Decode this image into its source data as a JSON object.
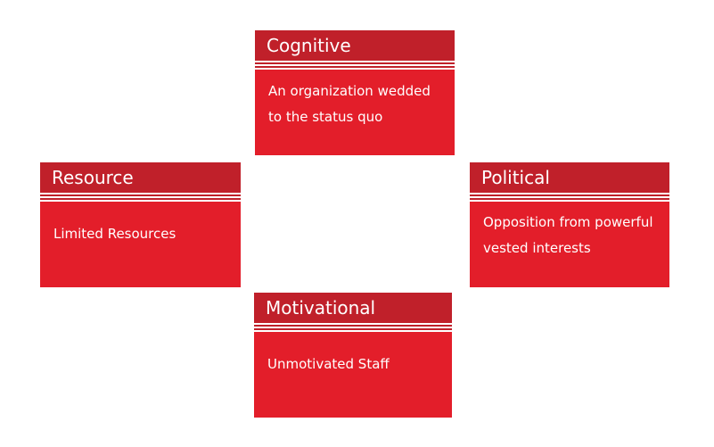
{
  "blocks": [
    {
      "id": "cognitive",
      "title": "Cognitive",
      "text": "An organization wedded to the status quo"
    },
    {
      "id": "resource",
      "title": "Resource",
      "text": "Limited Resources"
    },
    {
      "id": "political",
      "title": "Political",
      "text": "Opposition from powerful vested interests"
    },
    {
      "id": "motivational",
      "title": "Motivational",
      "text": "Unmotivated Staff"
    }
  ],
  "colors": {
    "title_bar": "#c0202a",
    "body": "#e31e2a",
    "text": "#ffffff",
    "background": "#ffffff"
  }
}
